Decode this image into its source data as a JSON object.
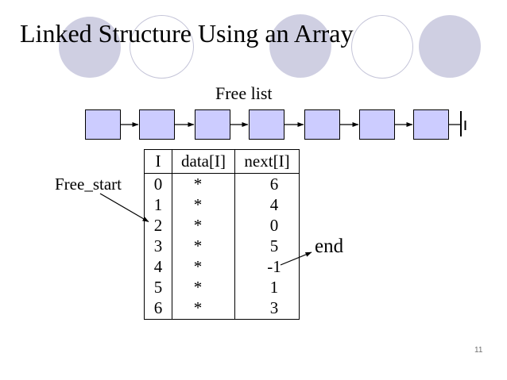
{
  "slide": {
    "title": "Linked Structure Using an Array",
    "page_number": "11"
  },
  "free_list": {
    "caption": "Free list",
    "node_count": 7,
    "terminator": "null-ground-symbol"
  },
  "annotations": {
    "free_start_label": "Free_start",
    "free_start_points_to_row_i": "2",
    "end_label": "end",
    "end_points_to_value": "-1"
  },
  "table": {
    "headers": [
      "I",
      "data[I]",
      "next[I]"
    ],
    "rows": [
      {
        "i": "0",
        "data": "*",
        "next": "6"
      },
      {
        "i": "1",
        "data": "*",
        "next": "4"
      },
      {
        "i": "2",
        "data": "*",
        "next": "0"
      },
      {
        "i": "3",
        "data": "*",
        "next": "5"
      },
      {
        "i": "4",
        "data": "*",
        "next": "-1"
      },
      {
        "i": "5",
        "data": "*",
        "next": "1"
      },
      {
        "i": "6",
        "data": "*",
        "next": "3"
      }
    ]
  },
  "colors": {
    "node_fill": "#ccccff",
    "node_border": "#000000",
    "circle_fill": "#cfcfe2",
    "circle_outline": "#c4c4d8",
    "text": "#000000",
    "page_number": "#707070"
  }
}
